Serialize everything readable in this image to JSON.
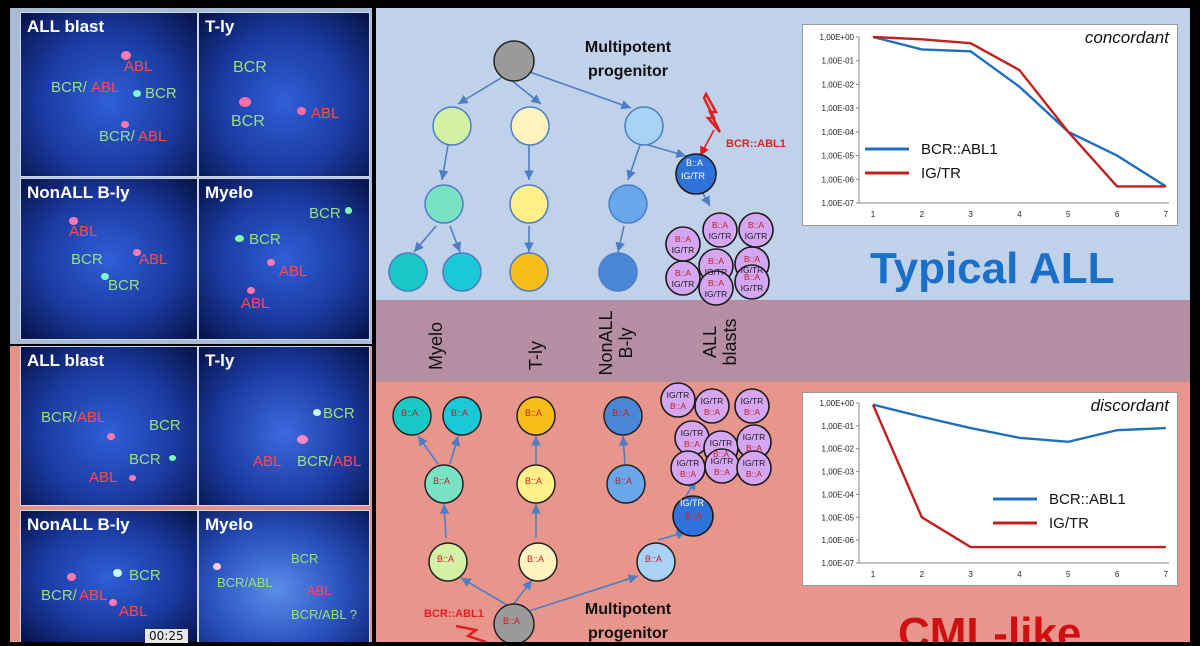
{
  "fish": {
    "p1": {
      "title": "ALL blast",
      "labels": [
        "BCR/",
        "ABL",
        "ABL",
        "BCR",
        "BCR/",
        "ABL"
      ]
    },
    "p2": {
      "title": "T-ly",
      "labels": [
        "BCR",
        "BCR",
        "ABL"
      ]
    },
    "p3": {
      "title": "NonALL B-ly",
      "labels": [
        "ABL",
        "BCR",
        "ABL",
        "BCR"
      ]
    },
    "p4": {
      "title": "Myelo",
      "labels": [
        "BCR",
        "BCR",
        "ABL",
        "ABL"
      ]
    },
    "p5": {
      "title": "ALL blast",
      "labels": [
        "BCR/ABL",
        "BCR",
        "BCR",
        "ABL"
      ]
    },
    "p6": {
      "title": "T-ly",
      "labels": [
        "BCR",
        "ABL",
        "BCR/",
        "ABL"
      ]
    },
    "p7": {
      "title": "NonALL B-ly",
      "labels": [
        "BCR",
        "BCR/",
        "ABL",
        "ABL"
      ]
    },
    "p8": {
      "title": "Myelo",
      "labels": [
        "BCR",
        "BCR/ABL",
        "ABL",
        "BCR/ABL ?"
      ]
    }
  },
  "diagram": {
    "top_progenitor": "Multipotent progenitor",
    "bottom_progenitor": "Multipotent progenitor",
    "mutation": "BCR::ABL1",
    "node_ba": "B::A",
    "node_igtr": "IG/TR",
    "lineages": [
      "Myelo",
      "T-ly",
      "NonALL B-ly",
      "ALL blasts"
    ]
  },
  "top_chart_text": "Typical ALL",
  "bottom_chart_text": "CML-like",
  "timestamp": "00:25",
  "chart_data": [
    {
      "type": "line",
      "title": "concordant",
      "x": [
        1,
        2,
        3,
        4,
        5,
        6,
        7
      ],
      "ylog": true,
      "ylim": [
        1e-07,
        1
      ],
      "y_ticks": [
        "1,00E+00",
        "1,00E-01",
        "1,00E-02",
        "1,00E-03",
        "1,00E-04",
        "1,00E-05",
        "1,00E-06",
        "1,00E-07"
      ],
      "series": [
        {
          "name": "BCR::ABL1",
          "color": "#1f6fc0",
          "values": [
            1,
            0.3,
            0.25,
            0.008,
            0.0001,
            1e-05,
            5e-07
          ]
        },
        {
          "name": "IG/TR",
          "color": "#c0201e",
          "values": [
            1,
            0.8,
            0.55,
            0.04,
            0.0001,
            5e-07,
            5e-07
          ]
        }
      ]
    },
    {
      "type": "line",
      "title": "discordant",
      "x": [
        1,
        2,
        3,
        4,
        5,
        6,
        7
      ],
      "ylog": true,
      "ylim": [
        1e-07,
        1
      ],
      "y_ticks": [
        "1,00E+00",
        "1,00E-01",
        "1,00E-02",
        "1,00E-03",
        "1,00E-04",
        "1,00E-05",
        "1,00E-06",
        "1,00E-07"
      ],
      "series": [
        {
          "name": "BCR::ABL1",
          "color": "#1f6fc0",
          "values": [
            0.85,
            0.25,
            0.08,
            0.03,
            0.02,
            0.065,
            0.08
          ]
        },
        {
          "name": "IG/TR",
          "color": "#c0201e",
          "values": [
            0.85,
            1e-05,
            5e-07,
            5e-07,
            5e-07,
            5e-07,
            5e-07
          ]
        }
      ]
    }
  ]
}
